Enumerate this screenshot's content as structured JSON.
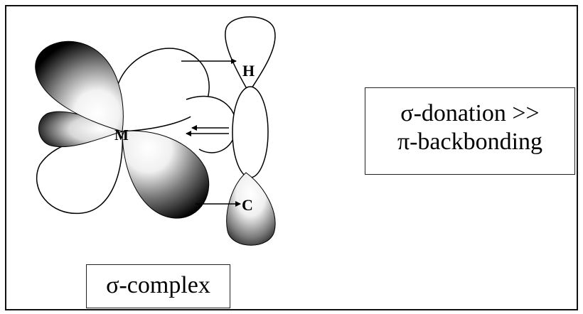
{
  "diagram": {
    "atom_labels": {
      "metal": "M",
      "hydrogen": "H",
      "carbon": "C"
    },
    "description": {
      "line1": "σ-donation >>",
      "line2": "π-backbonding"
    },
    "complex_label": "σ-complex"
  }
}
